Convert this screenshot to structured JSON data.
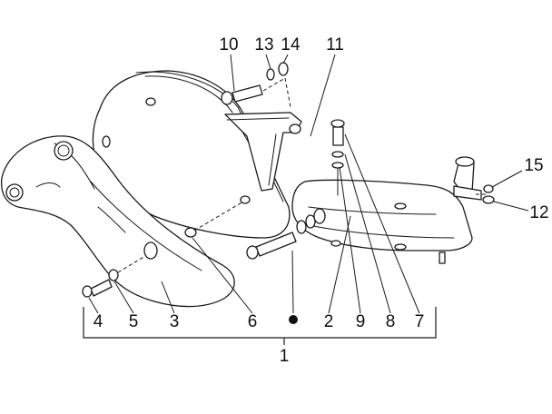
{
  "callouts": {
    "c1": "1",
    "c2": "2",
    "c3": "3",
    "c4": "4",
    "c5": "5",
    "c6": "6",
    "c7": "7",
    "c8": "8",
    "c9": "9",
    "c10": "10",
    "c11": "11",
    "c12": "12",
    "c13": "13",
    "c14": "14",
    "c15": "15"
  },
  "colors": {
    "line": "#1a1a1a",
    "background": "#ffffff"
  },
  "icons": {
    "assembly_marker": "filled-dot"
  }
}
